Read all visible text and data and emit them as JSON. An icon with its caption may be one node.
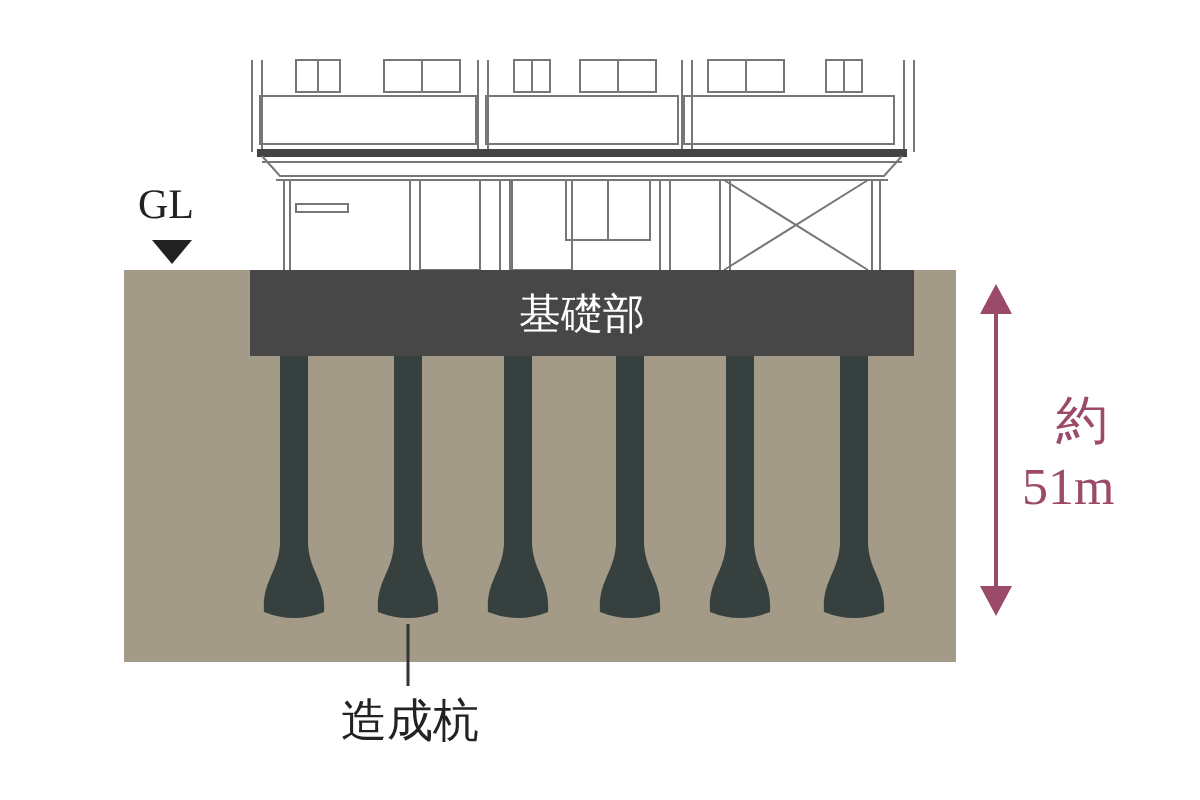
{
  "diagram": {
    "nodes": [
      {
        "text": [
          "基礎部"
        ]
      },
      {
        "text": [],
        "shape": "bar"
      },
      {
        "text": [],
        "shape": "bar"
      },
      {
        "text": [],
        "shape": "bar"
      },
      {
        "text": [],
        "shape": "bar"
      },
      {
        "text": [],
        "shape": "bar"
      },
      {
        "text": [],
        "shape": "bar"
      },
      {
        "text": [
          "造成杭"
        ]
      }
    ],
    "edges": [
      {
        "from": 7,
        "to": 2,
        "arrow": "none"
      }
    ],
    "labels": [
      "GL",
      "約",
      "51m"
    ]
  }
}
